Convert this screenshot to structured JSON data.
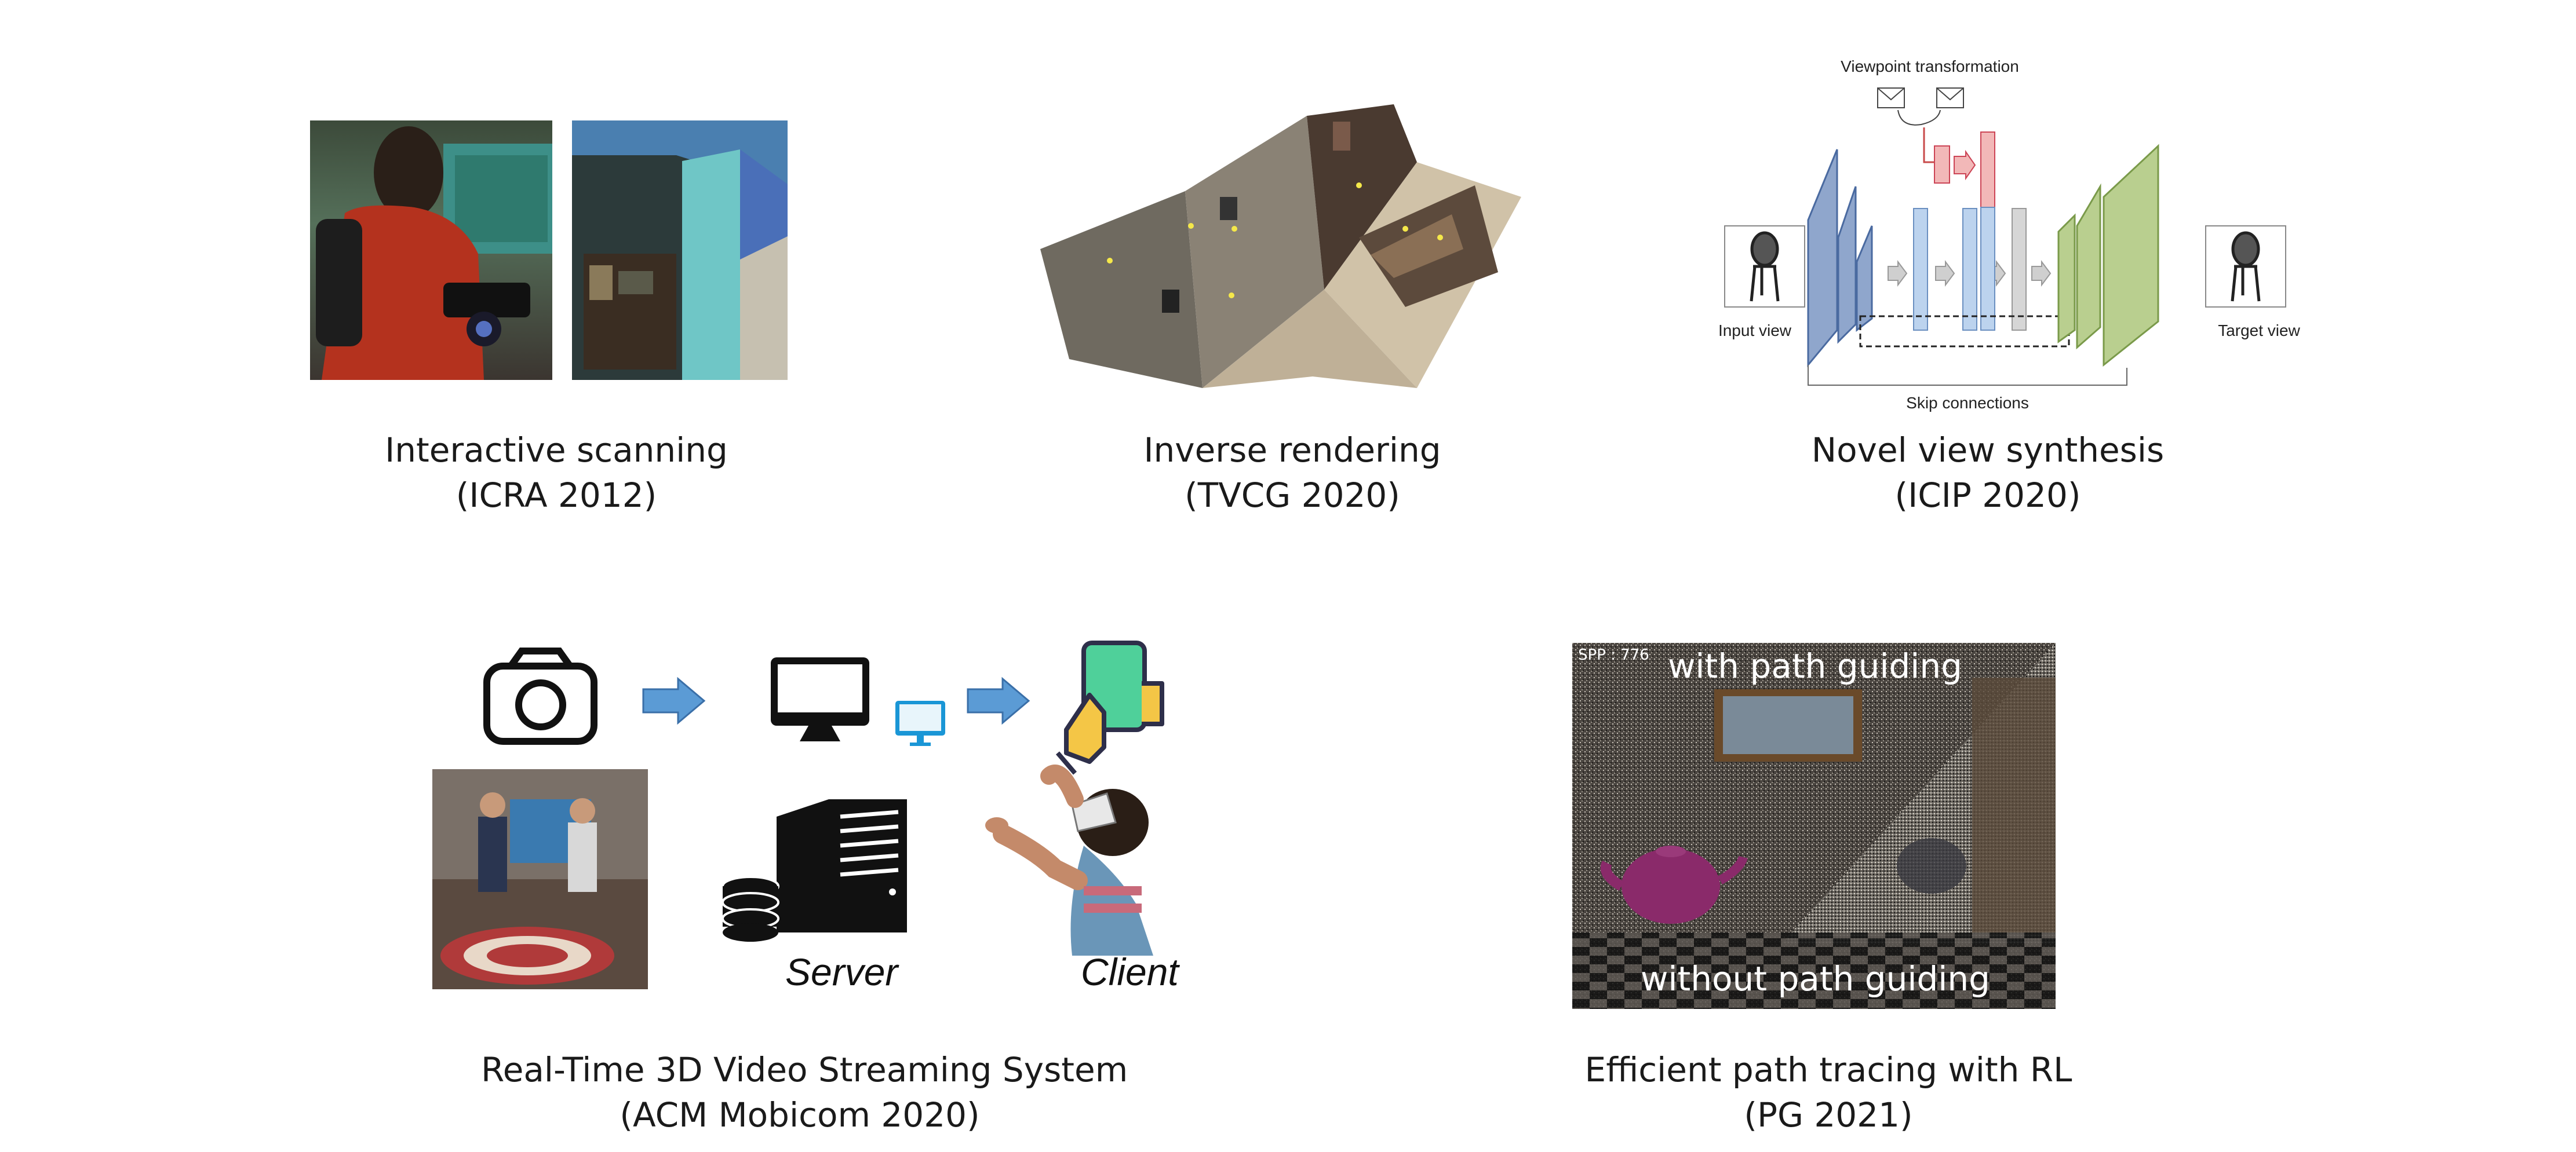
{
  "projects": [
    {
      "title": "Interactive scanning",
      "venue": "(ICRA 2012)"
    },
    {
      "title": "Inverse rendering",
      "venue": "(TVCG 2020)"
    },
    {
      "title": "Novel view synthesis",
      "venue": "(ICIP 2020)"
    },
    {
      "title": "Real-Time 3D Video Streaming System",
      "venue": "(ACM Mobicom 2020)"
    },
    {
      "title": "Efficient path tracing with RL",
      "venue": "(PG 2021)"
    }
  ],
  "novel_view_diagram": {
    "viewpoint_label": "Viewpoint transformation",
    "input_label": "Input view",
    "target_label": "Target view",
    "skip_label": "Skip connections"
  },
  "streaming_diagram": {
    "server_label": "Server",
    "client_label": "Client",
    "icons": [
      "camera-icon",
      "arrow-right-icon",
      "desktop-monitor-icon",
      "small-monitor-icon",
      "arrow-right-icon",
      "smartphone-icon",
      "server-database-icon"
    ]
  },
  "path_tracing": {
    "spp_label": "SPP : 776",
    "with_label": "with path guiding",
    "without_label": "without path guiding"
  },
  "colors": {
    "arrow_blue": "#5b9bd5",
    "encoder_blue": "#8fa6cc",
    "decoder_green": "#b9cf8f",
    "transform_red": "#f2b8b8"
  }
}
